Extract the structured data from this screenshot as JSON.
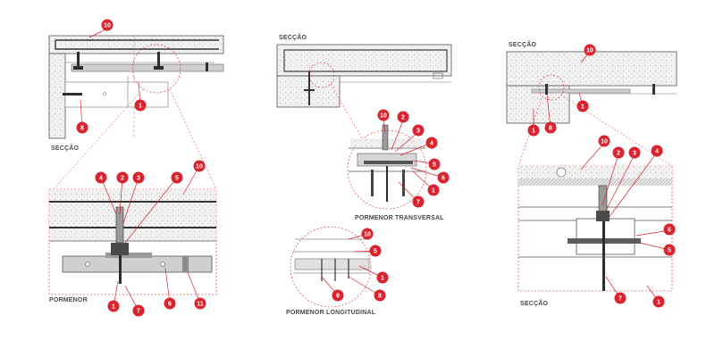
{
  "colors": {
    "accent": "#d9232e",
    "line": "#555555",
    "concrete": "#eeeeee",
    "steel": "#bdbdbd",
    "anchor": "#2d2d2d"
  },
  "panels": {
    "left": {
      "section_label": "SECÇÃO",
      "detail_label": "PORMENOR",
      "markers": [
        "10",
        "1",
        "8",
        "4",
        "2",
        "3",
        "5",
        "10",
        "1",
        "7",
        "6",
        "11"
      ]
    },
    "middle": {
      "section_label": "SECÇÃO",
      "transversal_label": "PORMENOR TRANSVERSAL",
      "longitudinal_label": "PORMENOR LONGITUDINAL",
      "markers": [
        "10",
        "2",
        "3",
        "4",
        "5",
        "6",
        "1",
        "7",
        "10",
        "5",
        "1",
        "9",
        "8"
      ]
    },
    "right": {
      "section_label_top": "SECÇÃO",
      "section_label_bottom": "SECÇÃO",
      "markers": [
        "10",
        "1",
        "1",
        "8",
        "10",
        "2",
        "3",
        "4",
        "6",
        "5",
        "7",
        "1"
      ]
    }
  }
}
